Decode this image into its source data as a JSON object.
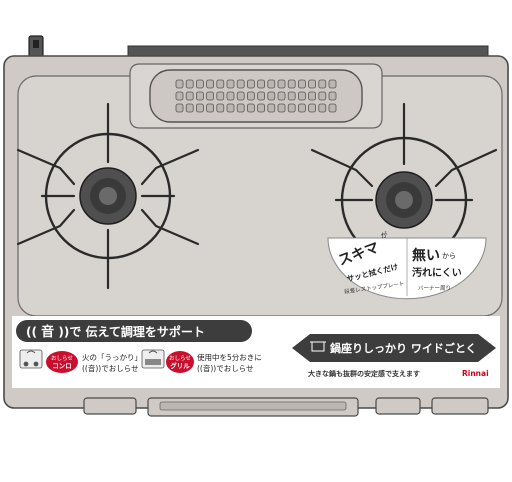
{
  "banner_left": {
    "title_pre": "((",
    "title_oto": "音",
    "title_post": "))で 伝えて調理をサポート",
    "item1_badge_top": "おしらせ",
    "item1_badge_bottom": "コンロ",
    "item1_line1": "火の「うっかり」を",
    "item1_line2": "((音))でおしらせ",
    "item2_badge_top": "おしらせ",
    "item2_badge_bottom": "グリル",
    "item2_line1": "使用中を5分おきに",
    "item2_line2": "((音))でおしらせ"
  },
  "banner_right": {
    "headline": "鍋座りしっかり ワイドごとく",
    "subline": "大きな鍋も抜群の安定感で支えます",
    "brand": "Rinnai"
  },
  "right_burner_label": {
    "left_big": "スキマ",
    "left_small": "が",
    "left_line2": "サッと拭くだけ",
    "left_caption": "段差レストッププレート",
    "right_big": "無い",
    "right_small": "から",
    "right_line2": "汚れにくい",
    "right_caption": "バーナー周り"
  },
  "colors": {
    "body": "#cfcac5",
    "outline": "#4a4a4a",
    "banner_dark": "#3d3d3d",
    "badge_red": "#c8102e",
    "brand_red": "#d0021b"
  }
}
